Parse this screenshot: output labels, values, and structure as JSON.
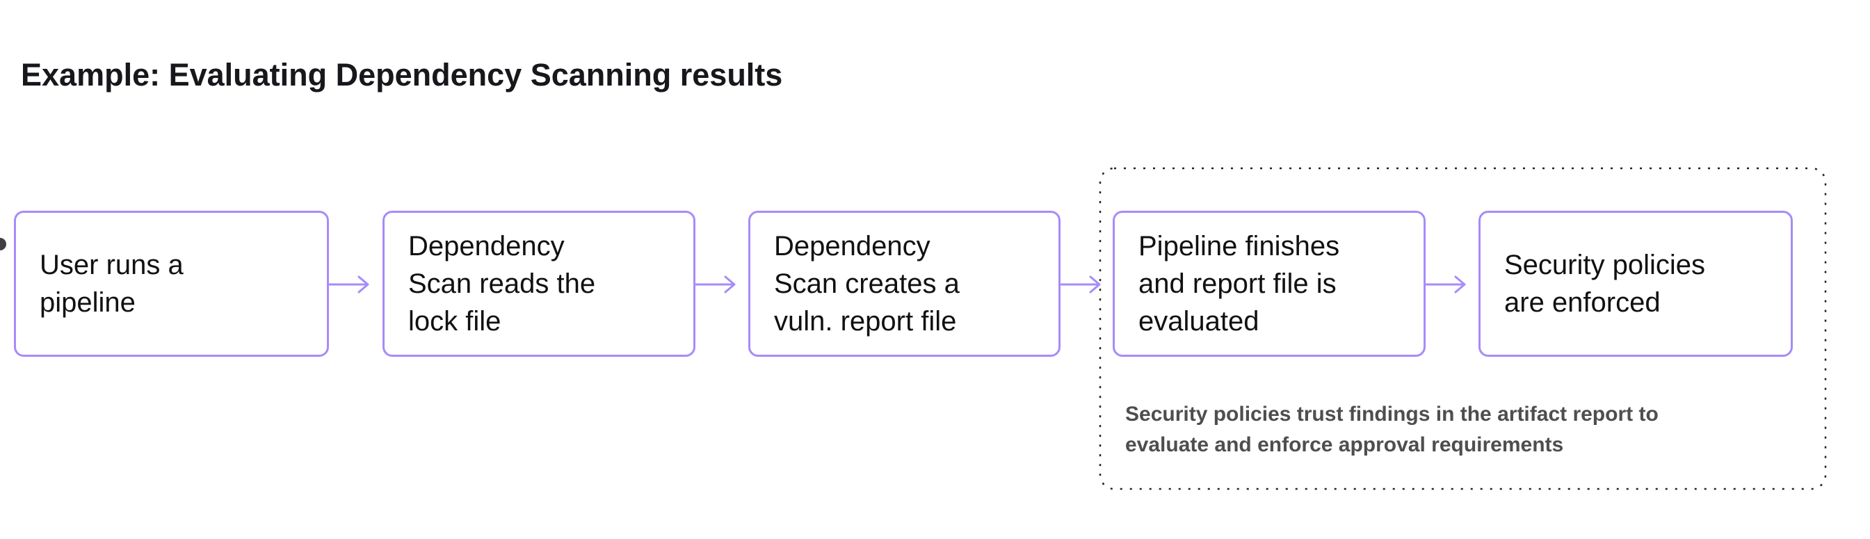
{
  "title": "Example: Evaluating Dependency Scanning results",
  "flow": {
    "steps": [
      {
        "label": "User runs a\npipeline"
      },
      {
        "label": "Dependency\nScan reads the\nlock file"
      },
      {
        "label": "Dependency\nScan creates a\nvuln. report file"
      },
      {
        "label": "Pipeline finishes\nand report file is\nevaluated"
      },
      {
        "label": "Security policies\nare enforced"
      }
    ],
    "note": "Security policies trust findings in the artifact report to\nevaluate and enforce approval requirements"
  },
  "colors": {
    "background": "#ffffff",
    "title_text": "#17171c",
    "box_border": "#a78bfa",
    "box_text": "#111111",
    "arrow": "#a78bfa",
    "dotted_border": "#222222",
    "note_text": "#4e4e4e",
    "edge_dot": "#3f3f44"
  }
}
